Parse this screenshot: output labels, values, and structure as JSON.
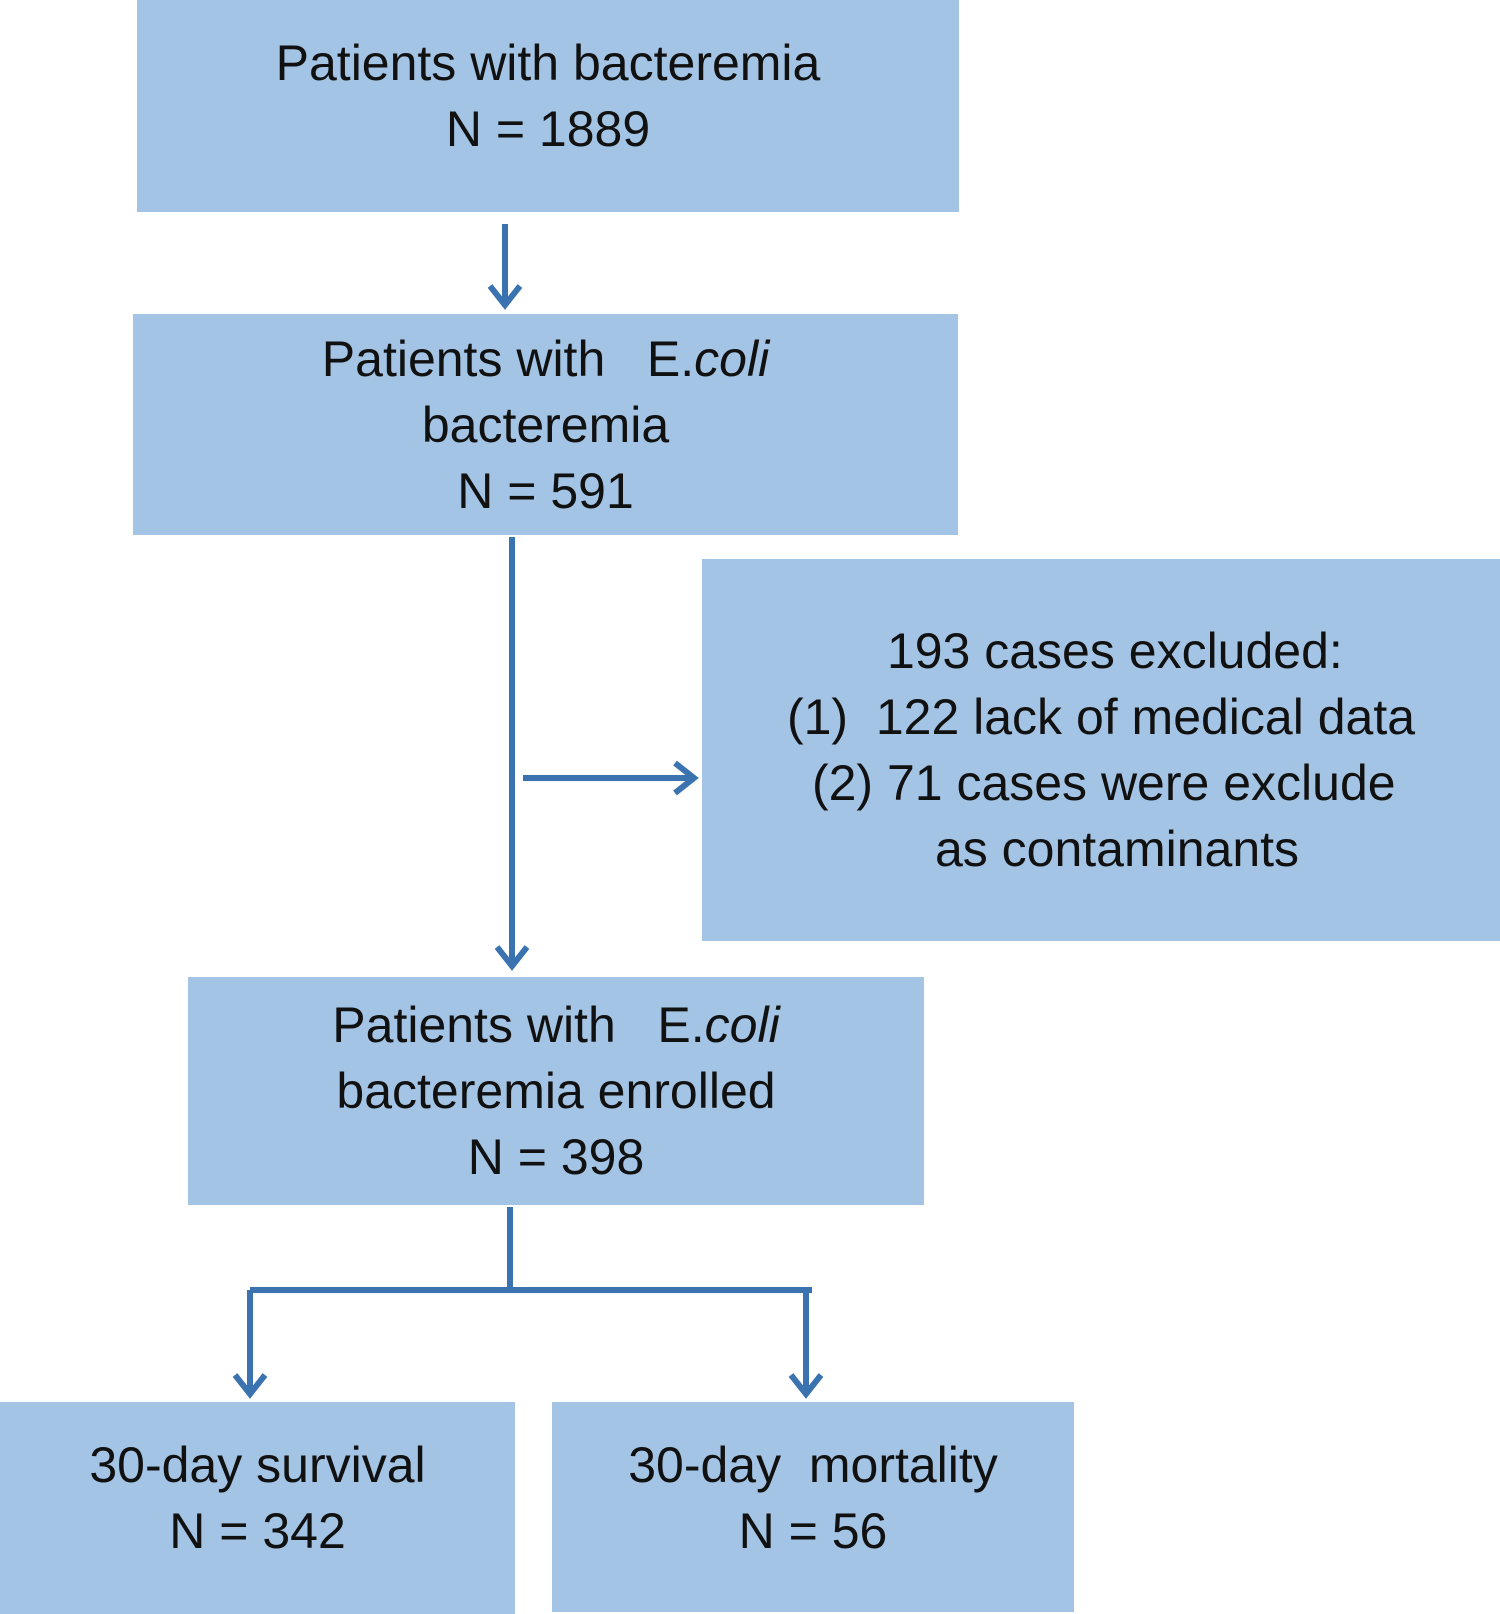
{
  "boxes": {
    "bacteremia": {
      "line1": "Patients with bacteremia",
      "line2": "N = 1889"
    },
    "ecoli": {
      "line1_prefix": "Patients with   E.",
      "line1_italic": "coli",
      "line2": "bacteremia",
      "line3": "N = 591"
    },
    "excluded": {
      "line1": "193 cases excluded:",
      "line2": "(1)  122 lack of medical data",
      "line3": "(2) 71 cases were exclude",
      "line4": "as contaminants"
    },
    "enrolled": {
      "line1_prefix": "Patients with   E.",
      "line1_italic": "coli",
      "line2": "bacteremia enrolled",
      "line3": "N = 398"
    },
    "survival": {
      "line1": "30-day survival",
      "line2": "N = 342"
    },
    "mortality": {
      "line1": "30-day  mortality",
      "line2": "N = 56"
    }
  },
  "colors": {
    "box_fill": "#a3c4e5",
    "arrow": "#3a73b0"
  }
}
